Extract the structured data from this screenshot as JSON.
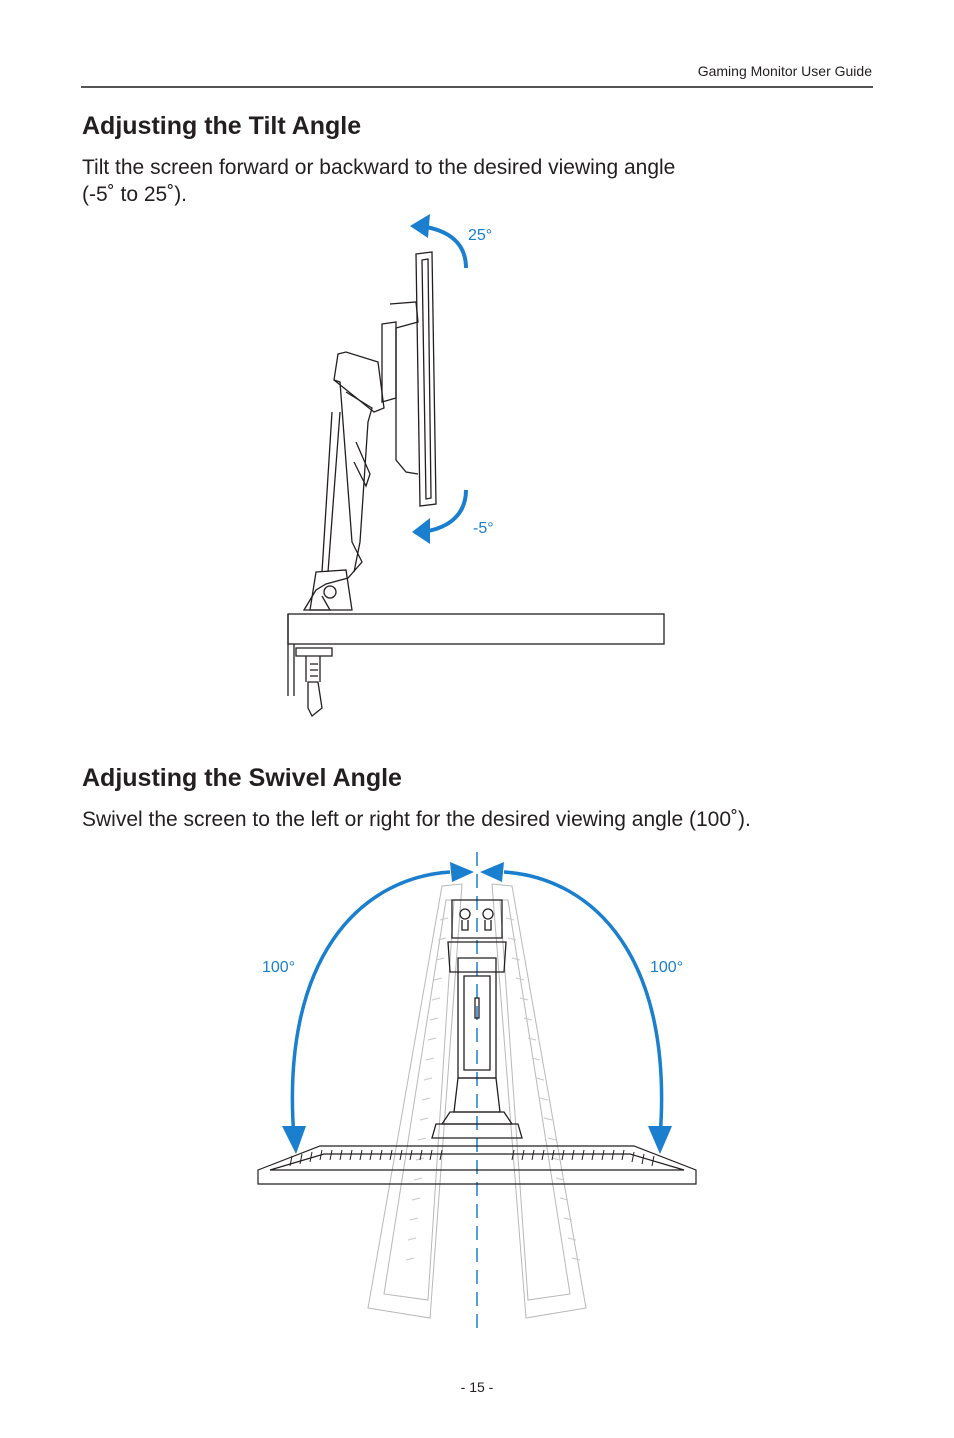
{
  "header": {
    "title": "Gaming Monitor User Guide"
  },
  "tilt": {
    "heading": "Adjusting the Tilt Angle",
    "text_line1": "Tilt the screen forward or backward to the desired viewing angle",
    "text_line2": "(-5˚ to 25˚).",
    "label_up": "25°",
    "label_down": "-5°"
  },
  "swivel": {
    "heading": "Adjusting the Swivel Angle",
    "text": "Swivel the screen to the left or right for the desired viewing angle (100˚).",
    "label_left": "100°",
    "label_right": "100°"
  },
  "footer": {
    "page_number": "- 15 -"
  },
  "colors": {
    "accent": "#1a7fcf",
    "text": "#231f20"
  }
}
